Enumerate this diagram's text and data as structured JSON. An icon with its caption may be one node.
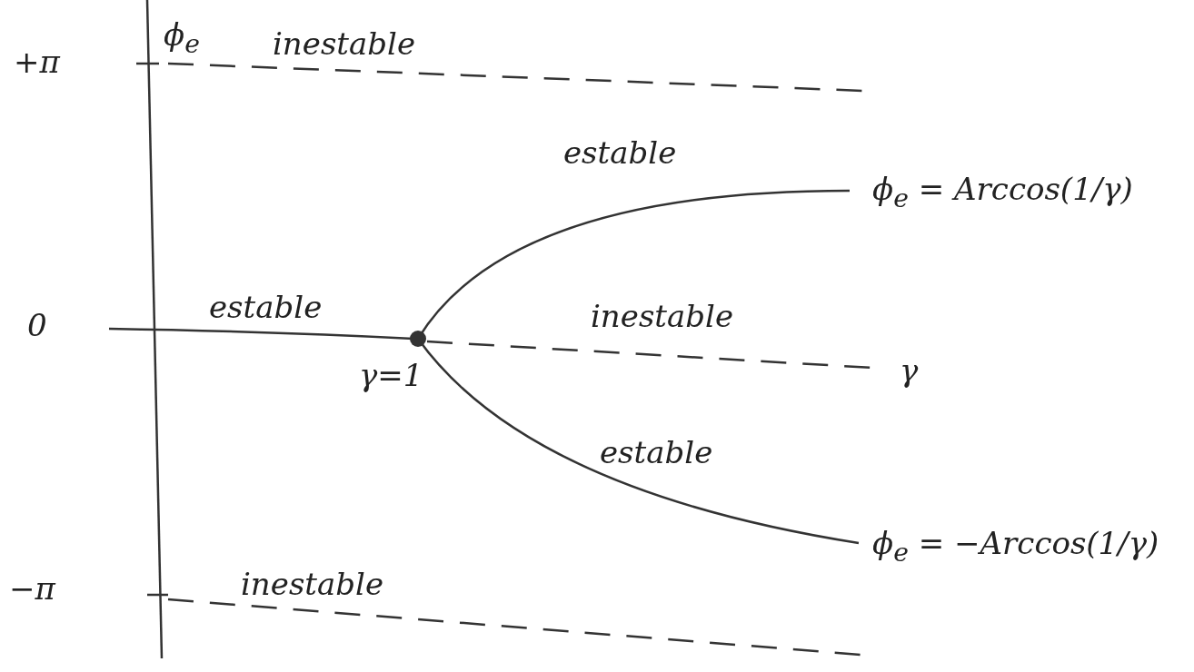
{
  "diagram": {
    "labels": [
      "ϕ$_{e}$",
      "+π",
      "inestable",
      "estable",
      "ϕ$_{e}$ = Arccos(1/γ)",
      "0",
      "estable",
      "inestable",
      "γ",
      "γ=1",
      "estable",
      "ϕ$_{e}$ = −Arccos(1/γ)",
      "−π",
      "inestable"
    ]
  }
}
